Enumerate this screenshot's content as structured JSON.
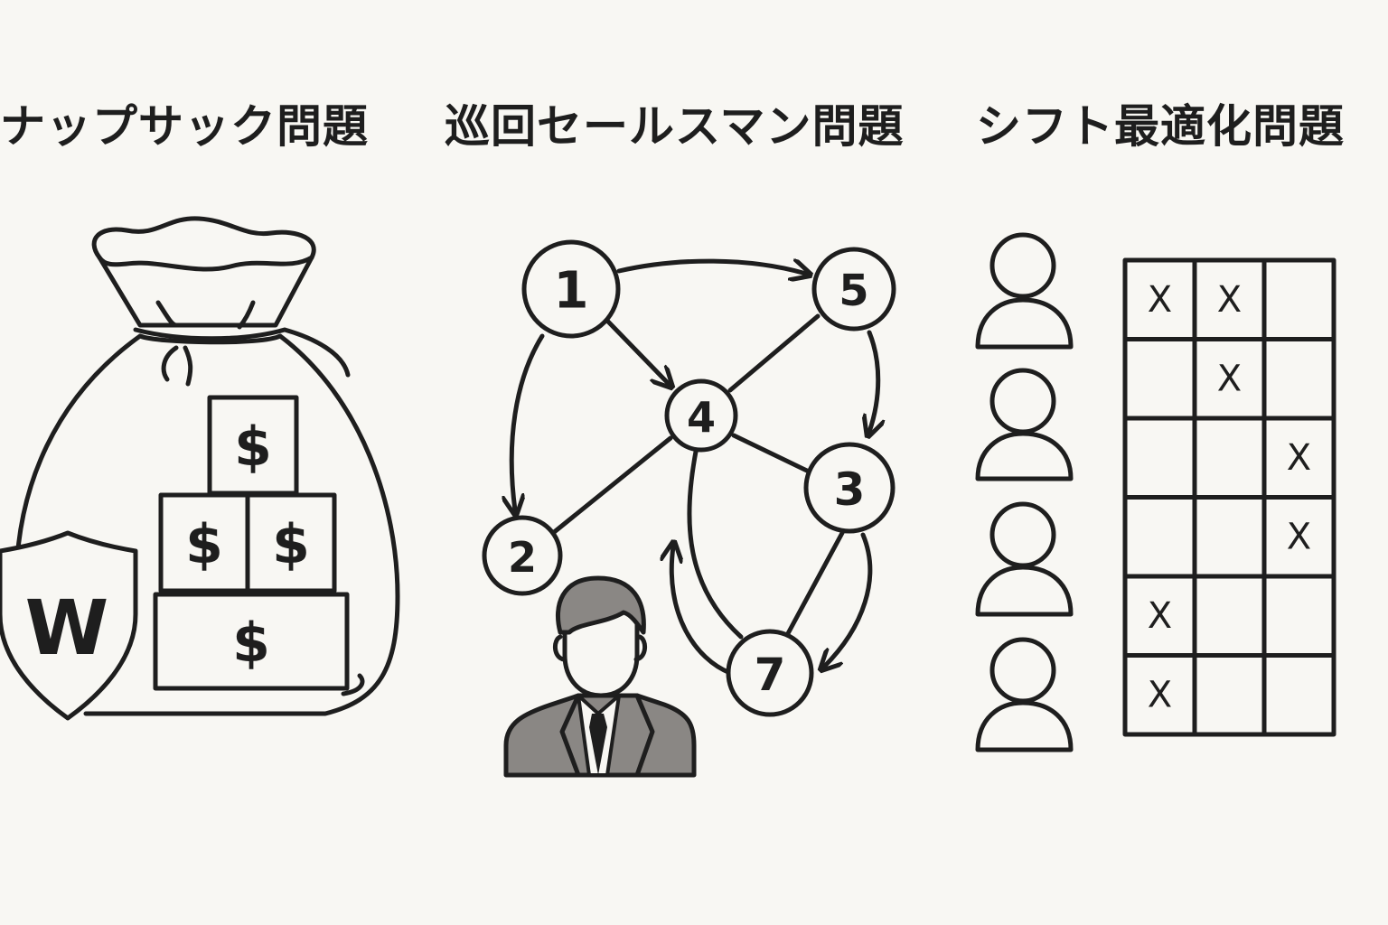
{
  "panels": {
    "knapsack": {
      "title": "ナップサック問題",
      "shield_letter": "W",
      "box_symbol": "$"
    },
    "tsp": {
      "title": "巡回セールスマン問題",
      "nodes": [
        "1",
        "5",
        "4",
        "3",
        "2",
        "7"
      ]
    },
    "shift": {
      "title": "シフト最適化問題",
      "grid": [
        [
          "X",
          "X",
          ""
        ],
        [
          "",
          "X",
          ""
        ],
        [
          "",
          "",
          "X"
        ],
        [
          "",
          "",
          "X"
        ],
        [
          "X",
          "",
          ""
        ],
        [
          "X",
          "",
          ""
        ]
      ]
    }
  },
  "colors": {
    "background": "#f8f7f3",
    "ink": "#1e1e1e",
    "suit": "#8a8784"
  }
}
